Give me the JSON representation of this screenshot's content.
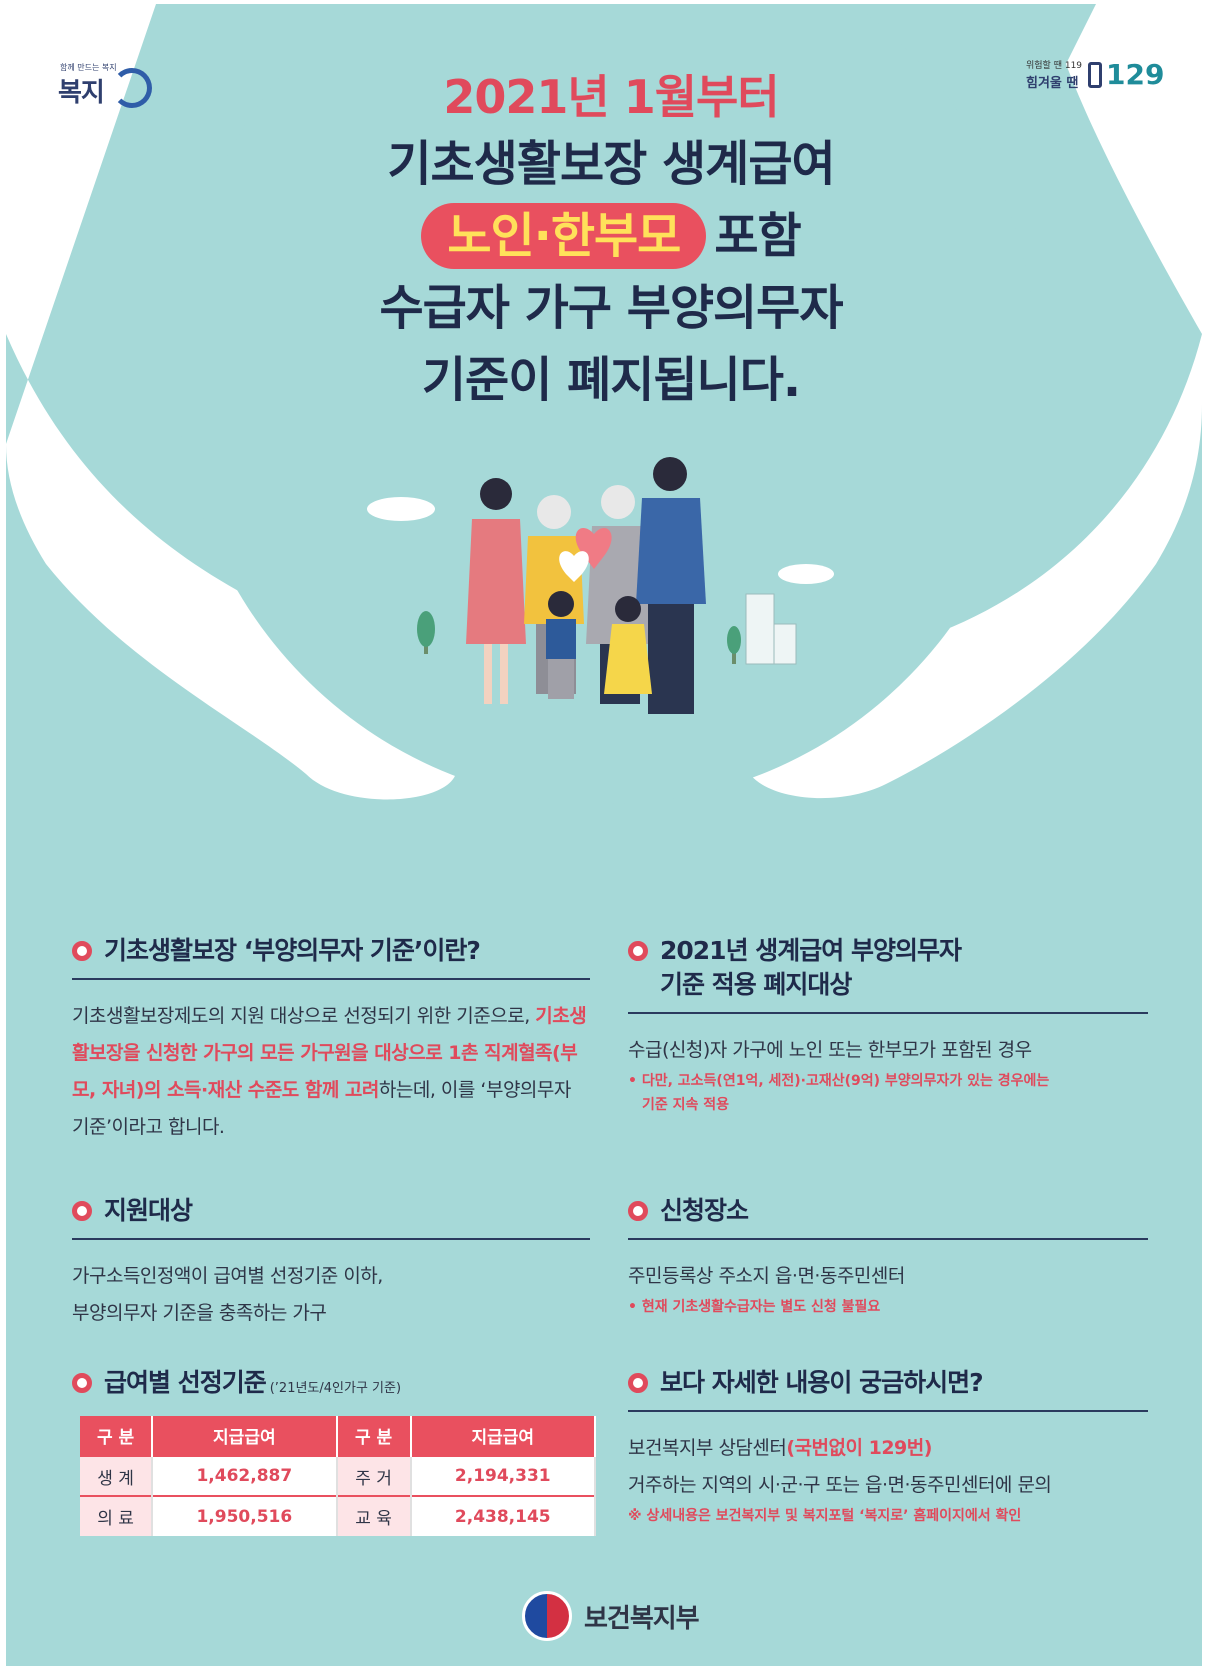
{
  "logo_left": {
    "small": "함께 만드는 복지",
    "big": "복지"
  },
  "logo_right": {
    "line1": "위험할 땐 119",
    "line2": "힘겨울 땐",
    "number": "129"
  },
  "title": {
    "sub": "2021년 1월부터",
    "line1": "기초생활보장 생계급여",
    "pill": "노인·한부모",
    "line2_rest": "포함",
    "line3": "수급자 가구 부양의무자",
    "line4": "기준이 폐지됩니다."
  },
  "section1": {
    "title": "기초생활보장 ‘부양의무자 기준’이란?",
    "body_a": "기초생활보장제도의 지원 대상으로 선정되기 위한 기준으로, ",
    "body_red": "기초생활보장을 신청한 가구의 모든 가구원을 대상으로 1촌 직계혈족(부모, 자녀)의 소득·재산 수준도 함께 고려",
    "body_b": "하는데, 이를 ‘부양의무자 기준’이라고 합니다."
  },
  "section2": {
    "title_l1": "2021년 생계급여 부양의무자",
    "title_l2": "기준 적용 폐지대상",
    "body": "수급(신청)자 가구에 노인 또는 한부모가 포함된 경우",
    "note_l1": "• 다만, 고소득(연1억, 세전)·고재산(9억) 부양의무자가 있는 경우에는",
    "note_l2": "기준 지속 적용"
  },
  "section3": {
    "title": "지원대상",
    "body_l1": "가구소득인정액이 급여별 선정기준 이하,",
    "body_l2": "부양의무자 기준을 충족하는 가구"
  },
  "section4": {
    "title": "신청장소",
    "body": "주민등록상 주소지 읍·면·동주민센터",
    "note": "• 현재 기초생활수급자는 별도 신청 불필요"
  },
  "section5": {
    "title": "급여별 선정기준",
    "paren": "(’21년도/4인가구 기준)",
    "headers": [
      "구 분",
      "지급급여",
      "구 분",
      "지급급여"
    ],
    "rows": [
      [
        "생 계",
        "1,462,887",
        "주 거",
        "2,194,331"
      ],
      [
        "의 료",
        "1,950,516",
        "교 육",
        "2,438,145"
      ]
    ]
  },
  "section6": {
    "title": "보다 자세한 내용이 궁금하시면?",
    "body_a": "보건복지부 상담센터",
    "body_red": "(국번없이 129번)",
    "body_l2": "거주하는 지역의 시·군·구 또는 읍·면·동주민센터에 문의",
    "note": "※ 상세내용은 보건복지부 및 복지포털 ‘복지로’ 홈페이지에서 확인"
  },
  "footer": {
    "ministry": "보건복지부"
  },
  "colors": {
    "background": "#a6d9d8",
    "accent_red": "#e04a5c",
    "navy": "#1f2a4a",
    "highlight_yellow": "#ffe15a"
  }
}
